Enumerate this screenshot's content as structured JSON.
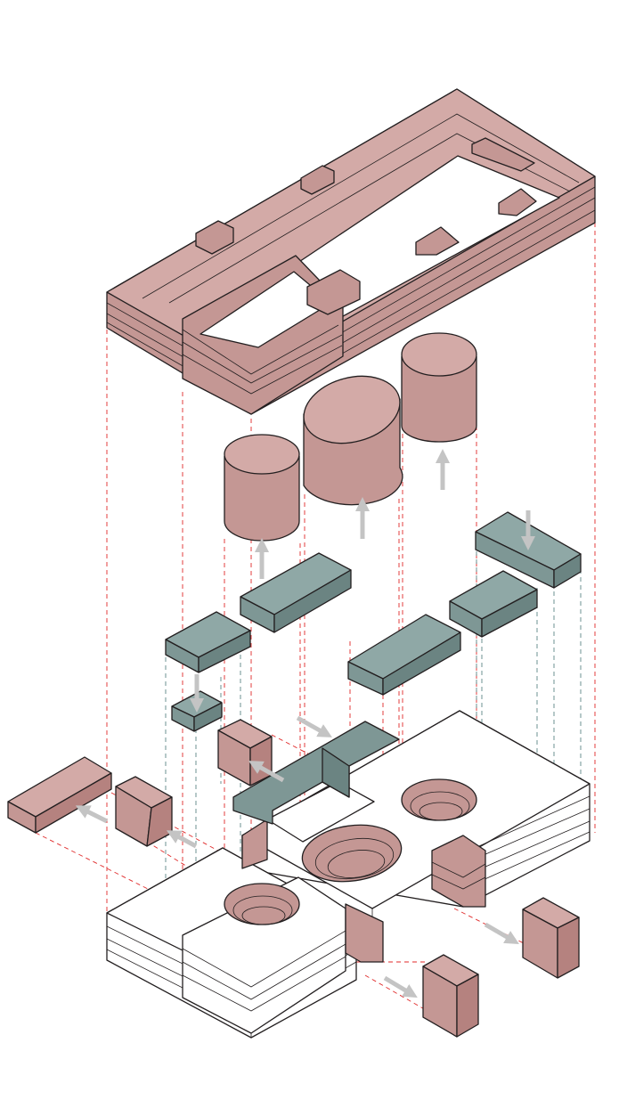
{
  "colors": {
    "relocated_volume": "#c49794",
    "relocated_volume_top": "#d3aaa7",
    "relocated_volume_side": "#b5827f",
    "new_slab": "#7e9795",
    "new_slab_top": "#8fa8a6",
    "new_slab_side": "#6b8482",
    "base_building": "#ffffff",
    "outline": "#231f20",
    "guide_red": "#e02a2a",
    "guide_teal": "#5c8585",
    "arrow": "#c4c4c4"
  },
  "arrows": [
    {
      "name": "arrow-up-left-cylinder",
      "direction": "up"
    },
    {
      "name": "arrow-up-center-cylinder",
      "direction": "up"
    },
    {
      "name": "arrow-up-right-cylinder",
      "direction": "up"
    },
    {
      "name": "arrow-down-right-slab",
      "direction": "down"
    },
    {
      "name": "arrow-down-left-slab",
      "direction": "down"
    },
    {
      "name": "arrow-out-left-bar",
      "direction": "left"
    },
    {
      "name": "arrow-out-left-box",
      "direction": "left"
    },
    {
      "name": "arrow-out-upper-box",
      "direction": "left"
    },
    {
      "name": "arrow-in-teal-slab",
      "direction": "right"
    },
    {
      "name": "arrow-out-right-box-upper",
      "direction": "right"
    },
    {
      "name": "arrow-out-right-box-lower",
      "direction": "right"
    }
  ]
}
